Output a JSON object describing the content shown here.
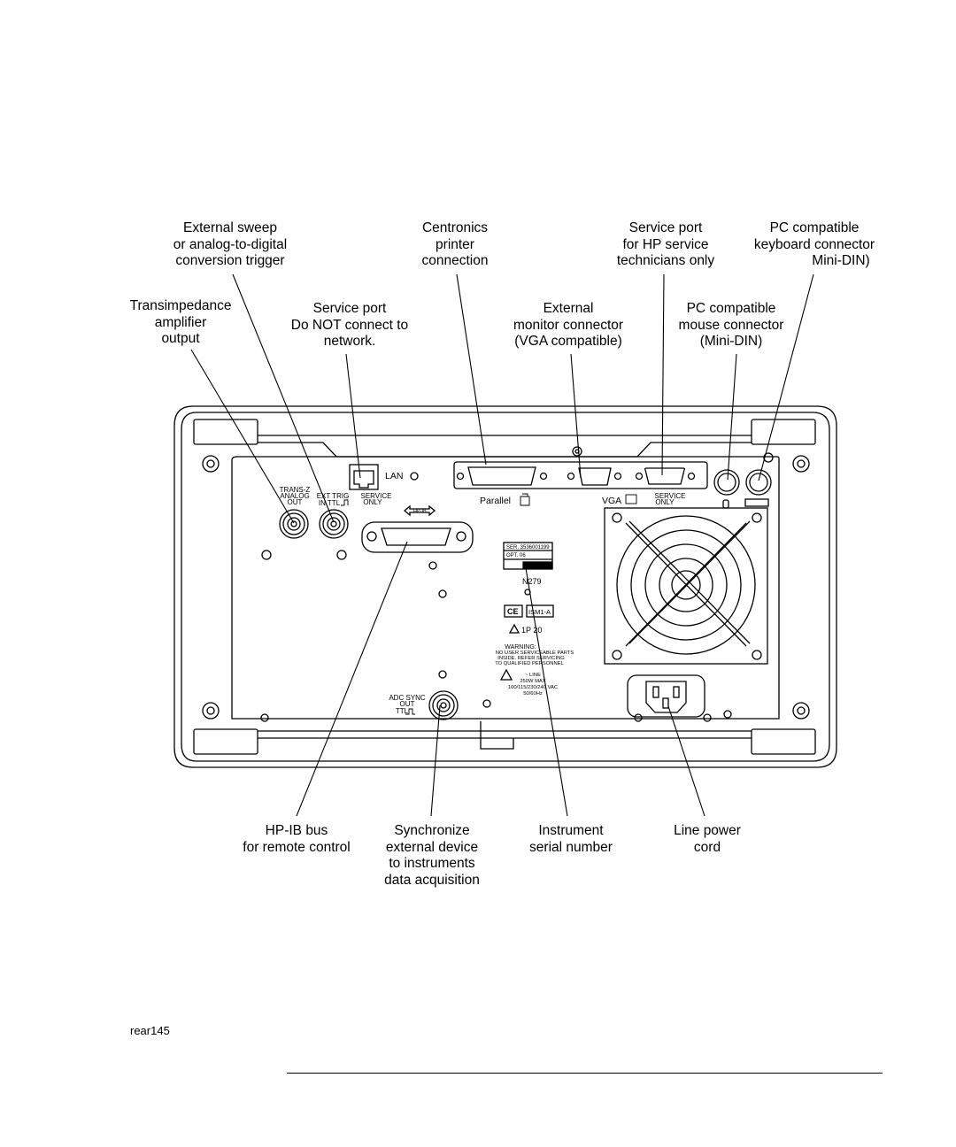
{
  "callouts": {
    "ext_sweep": [
      "External sweep",
      "or analog-to-digital",
      "conversion trigger"
    ],
    "centronics": [
      "Centronics",
      "printer",
      "connection"
    ],
    "service_hp": [
      "Service port",
      "for HP service",
      "technicians only"
    ],
    "keyboard": [
      "PC compatible",
      "keyboard connector",
      "Mini-DIN)"
    ],
    "transimpedance": [
      "Transimpedance",
      "amplifier",
      "output"
    ],
    "service_lan": [
      "Service port",
      "Do NOT connect to",
      "network."
    ],
    "monitor": [
      "External",
      "monitor connector",
      "(VGA compatible)"
    ],
    "mouse": [
      "PC compatible",
      "mouse connector",
      "(Mini-DIN)"
    ],
    "hpib": [
      "HP-IB bus",
      "for remote control"
    ],
    "sync": [
      "Synchronize",
      "external device",
      "to instruments",
      "data acquisition"
    ],
    "serial": [
      "Instrument",
      "serial number"
    ],
    "power": [
      "Line power",
      "cord"
    ]
  },
  "panel_labels": {
    "lan": "LAN",
    "transz": [
      "TRANS-Z",
      "ANALOG",
      "OUT"
    ],
    "exttrig": [
      "EXT TRIG",
      "IN TTL"
    ],
    "service_only_lan": [
      "SERVICE",
      "ONLY"
    ],
    "parallel": "Parallel",
    "vga": "VGA",
    "service_only_right": [
      "SERVICE",
      "ONLY"
    ],
    "hpib": "HP-IB",
    "adc": [
      "ADC SYNC",
      "OUT",
      "TTL"
    ],
    "ser_label": [
      "SER. 3536001199",
      "OPT. 06"
    ],
    "n279": "N279",
    "ce": "CE",
    "ism": "ISM1-A",
    "ip": "1P 20",
    "warning": [
      "WARNING:",
      "NO USER SERVICEABLE PARTS",
      "INSIDE. REFER SERVICING",
      "TO QUALIFIED PERSONNEL"
    ],
    "power_rating": [
      "~ LINE",
      "250W MAX",
      "100/115/230/240 VAC",
      "50/60Hz"
    ]
  },
  "figure_id": "rear145"
}
